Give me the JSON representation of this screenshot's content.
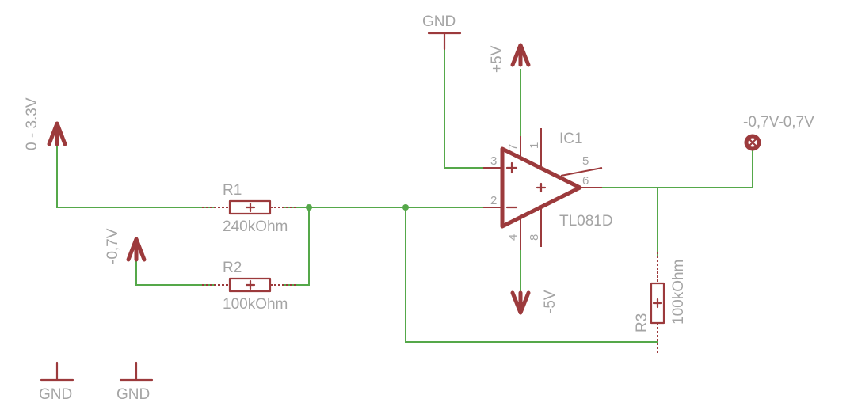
{
  "supplies": {
    "vin_label": "0 - 3.3V",
    "bias_label": "-0,7V",
    "vpos_label": "+5V",
    "vneg_label": "-5V",
    "gnd_top_label": "GND",
    "gnd_bl1_label": "GND",
    "gnd_bl2_label": "GND"
  },
  "r1": {
    "name": "R1",
    "value": "240kOhm"
  },
  "r2": {
    "name": "R2",
    "value": "100kOhm"
  },
  "r3": {
    "name": "R3",
    "value": "100kOhm"
  },
  "ic1": {
    "name": "IC1",
    "part": "TL081D",
    "pins": {
      "p1": "1",
      "p2": "2",
      "p3": "3",
      "p4": "4",
      "p5": "5",
      "p6": "6",
      "p7": "7",
      "p8": "8"
    }
  },
  "output": {
    "label": "-0,7V-0,7V"
  },
  "colors": {
    "wire": "#55a84a",
    "symbol": "#9c3a3c",
    "text": "#a4a4a4"
  }
}
